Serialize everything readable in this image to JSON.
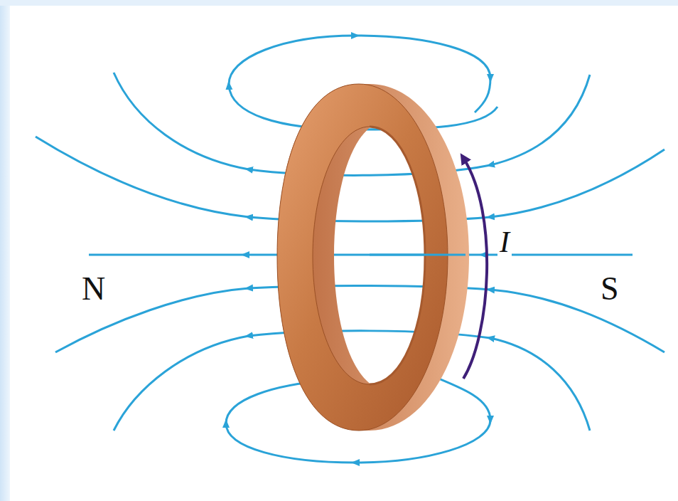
{
  "diagram": {
    "labels": [
      "N",
      "S",
      "I"
    ]
  }
}
